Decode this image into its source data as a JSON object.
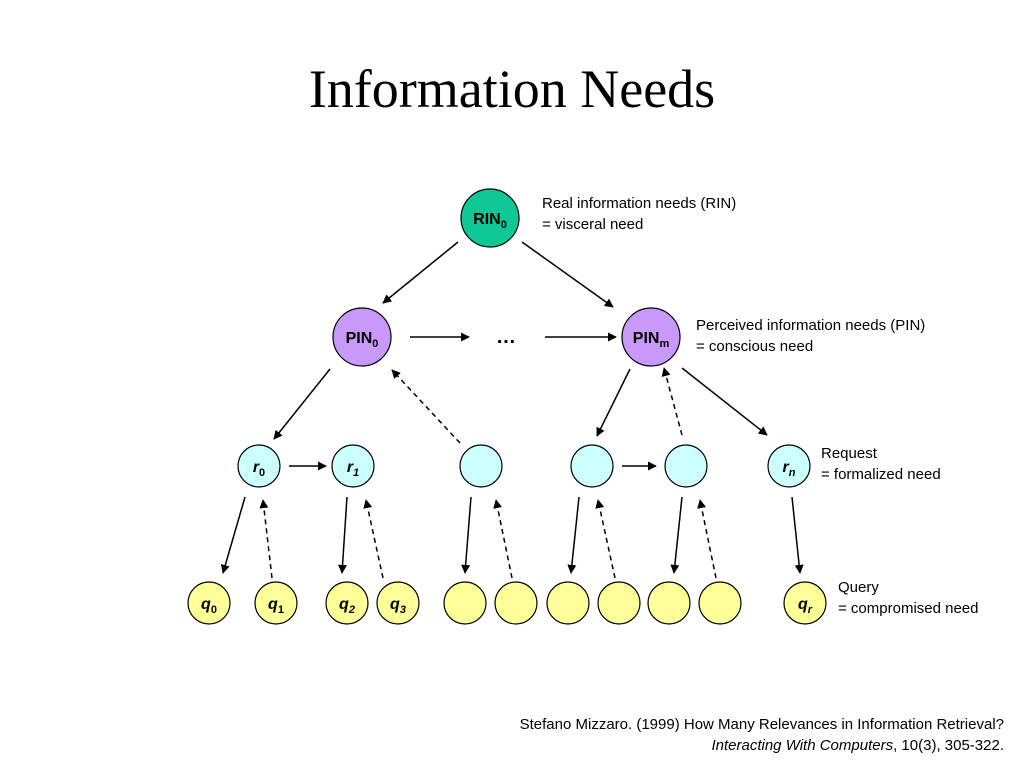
{
  "title": "Information Needs",
  "colors": {
    "rin": "#10c796",
    "pin": "#c899f9",
    "request": "#ccffff",
    "query": "#ffff99",
    "line": "#000000"
  },
  "nodes": {
    "rin0": {
      "base": "RIN",
      "sub": "0"
    },
    "pin0": {
      "base": "PIN",
      "sub": "0"
    },
    "pinm": {
      "base": "PIN",
      "sub": "m"
    },
    "r0": {
      "base": "r",
      "sub": "0"
    },
    "r1": {
      "base": "r",
      "sub": "1"
    },
    "rn": {
      "base": "r",
      "sub": "n"
    },
    "q0": {
      "base": "q",
      "sub": "0"
    },
    "q1": {
      "base": "q",
      "sub": "1"
    },
    "q2": {
      "base": "q",
      "sub": "2"
    },
    "q3": {
      "base": "q",
      "sub": "3"
    },
    "qr": {
      "base": "q",
      "sub": "r"
    }
  },
  "ellipsis": "…",
  "labels": {
    "rin": [
      "Real information needs (RIN)",
      "= visceral need"
    ],
    "pin": [
      "Perceived information needs (PIN)",
      "= conscious need"
    ],
    "request": [
      "Request",
      "= formalized need"
    ],
    "query": [
      "Query",
      "= compromised need"
    ]
  },
  "citation": {
    "line1": "Stefano Mizzaro. (1999) How Many Relevances in Information Retrieval?",
    "journal": "Interacting With Computers",
    "rest": ", 10(3), 305-322."
  }
}
